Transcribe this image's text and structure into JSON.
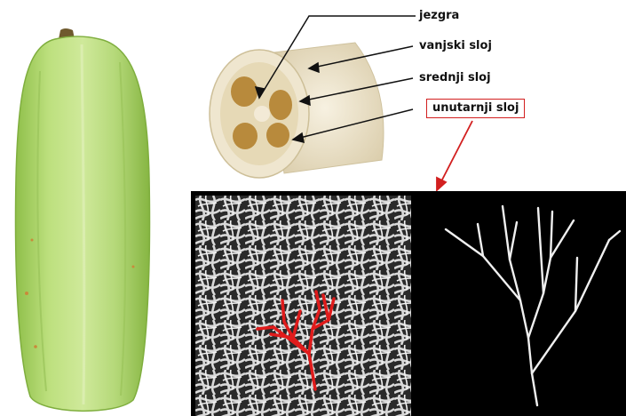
{
  "labels": {
    "jezgra": "jezgra",
    "vanjski": "vanjski sloj",
    "srednji": "srednji sloj",
    "unutarnji": "unutarnji sloj"
  },
  "colors": {
    "annotation_red": "#d21f1f",
    "fruit_green": "#b7df7a",
    "sponge_cream": "#efe6cf",
    "background": "#ffffff",
    "panel_black": "#000000"
  },
  "icons": [
    "luffa-fruit",
    "luffa-sponge-cross-section",
    "fiber-network-micrograph",
    "branch-skeleton"
  ]
}
